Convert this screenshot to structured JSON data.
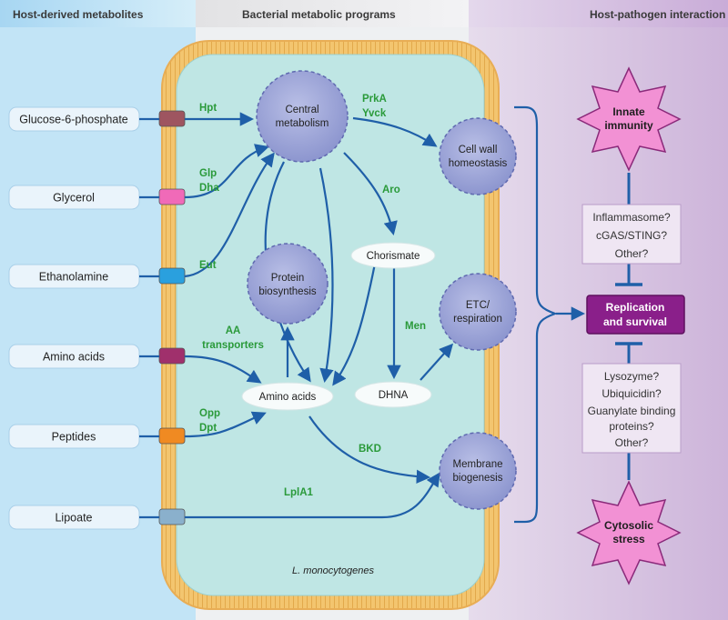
{
  "headers": {
    "left": "Host-derived metabolites",
    "middle": "Bacterial metabolic programs",
    "right": "Host-pathogen interaction"
  },
  "metabolites": [
    {
      "label": "Glucose-6-phosphate",
      "transporter_color": "#9e5560"
    },
    {
      "label": "Glycerol",
      "transporter_color": "#f06ab8"
    },
    {
      "label": "Ethanolamine",
      "transporter_color": "#2aa0de"
    },
    {
      "label": "Amino acids",
      "transporter_color": "#a0306c"
    },
    {
      "label": "Peptides",
      "transporter_color": "#f08a22"
    },
    {
      "label": "Lipoate",
      "transporter_color": "#8ab0cc"
    }
  ],
  "enzymes": {
    "hpt": "Hpt",
    "glp": "Glp",
    "dha": "Dha",
    "eut": "Eut",
    "aa1": "AA",
    "aa2": "transporters",
    "opp": "Opp",
    "dpt": "Dpt",
    "lpla1": "LplA1",
    "prka": "PrkA",
    "yvck": "Yvck",
    "aro": "Aro",
    "men": "Men",
    "bkd": "BKD"
  },
  "processes": {
    "central": [
      "Central",
      "metabolism"
    ],
    "protein": [
      "Protein",
      "biosynthesis"
    ],
    "cellwall": [
      "Cell wall",
      "homeostasis"
    ],
    "etc": [
      "ETC/",
      "respiration"
    ],
    "membrane": [
      "Membrane",
      "biogenesis"
    ]
  },
  "intermediates": {
    "chorismate": "Chorismate",
    "aminoacids": "Amino acids",
    "dhna": "DHNA"
  },
  "organism": "L. monocytogenes",
  "host": {
    "innate": [
      "Innate",
      "immunity"
    ],
    "cytosolic": [
      "Cytosolic",
      "stress"
    ],
    "replication": [
      "Replication",
      "and survival"
    ],
    "box_top": [
      "Inflammasome?",
      "cGAS/STING?",
      "Other?"
    ],
    "box_bottom": [
      "Lysozyme?",
      "Ubiquicidin?",
      "Guanylate binding",
      "proteins?",
      "Other?"
    ]
  },
  "colors": {
    "left_bg": "#bfe3f6",
    "middle_bg": "#f2f2f4",
    "right_bg": "#d9c6e2",
    "cell_fill": "#bfe6e4",
    "cell_wall": "#f1c374",
    "arrow": "#1f5fa8",
    "enzyme_text": "#2a9a3a",
    "process_fill": "#9aa3d6",
    "star_fill": "#f08fd2",
    "replication_fill": "#8a1f8a"
  }
}
